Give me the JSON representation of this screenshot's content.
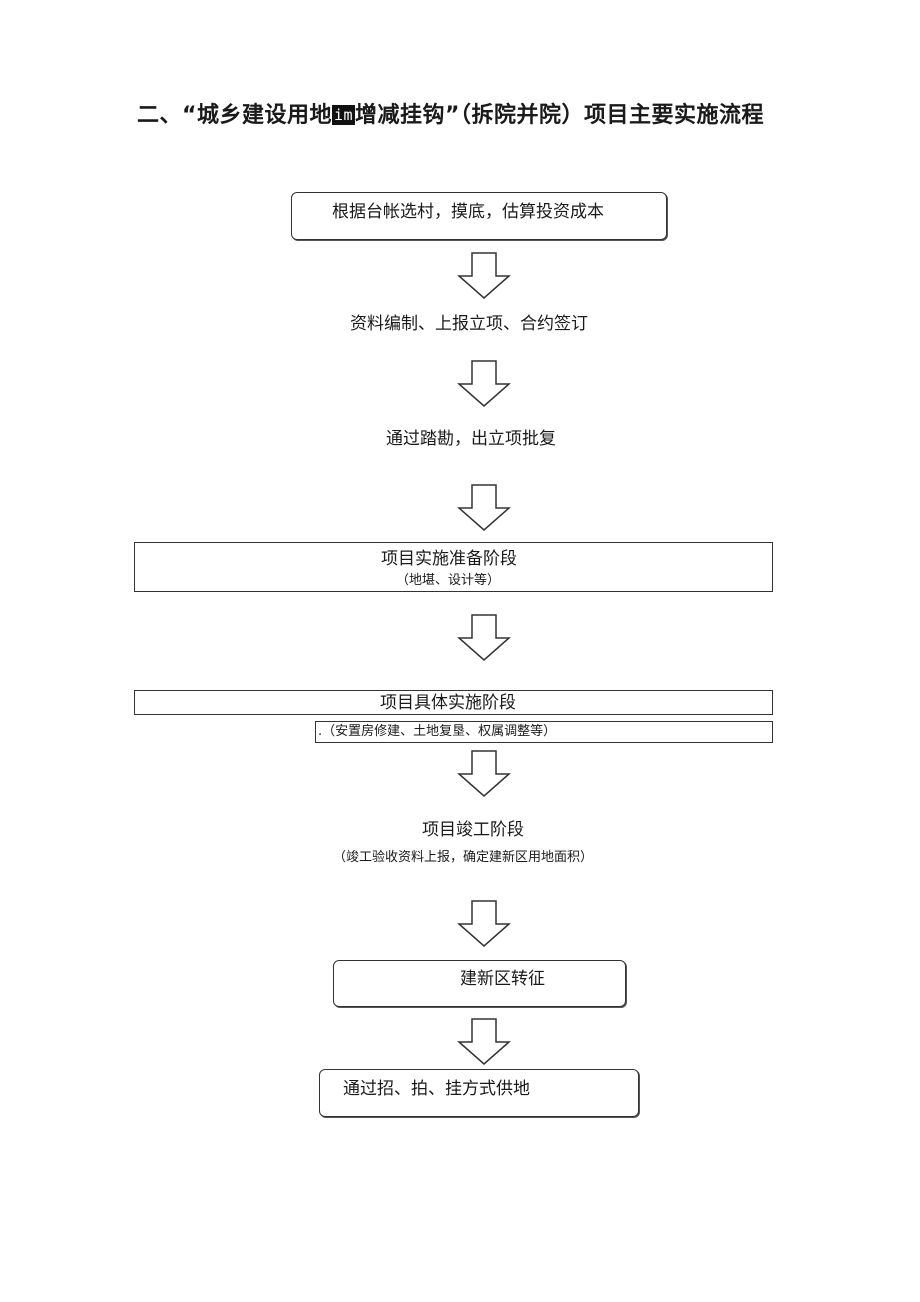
{
  "document": {
    "title_part1": "二、“城乡建设用地",
    "title_highlight": "im",
    "title_part2": "增减挂钩”（拆院并院）项目主要实施流程"
  },
  "flow": {
    "step1": "根据台帐选村，摸底，估算投资成本",
    "step2": "资料编制、上报立项、合约签订",
    "step3": "通过踏勘，出立项批复",
    "step4_title": "项目实施准备阶段",
    "step4_note": "（地堪、设计等）",
    "step5_title": "项目具体实施阶段",
    "step5_note": ".（安置房修建、土地复垦、权属调整等）",
    "step6_title": "项目竣工阶段",
    "step6_note": "（竣工验收资料上报，确定建新区用地面积）",
    "step7": "建新区转征",
    "step8": "通过招、拍、挂方式供地"
  },
  "colors": {
    "line": "#333333",
    "text": "#1a1a1a"
  }
}
